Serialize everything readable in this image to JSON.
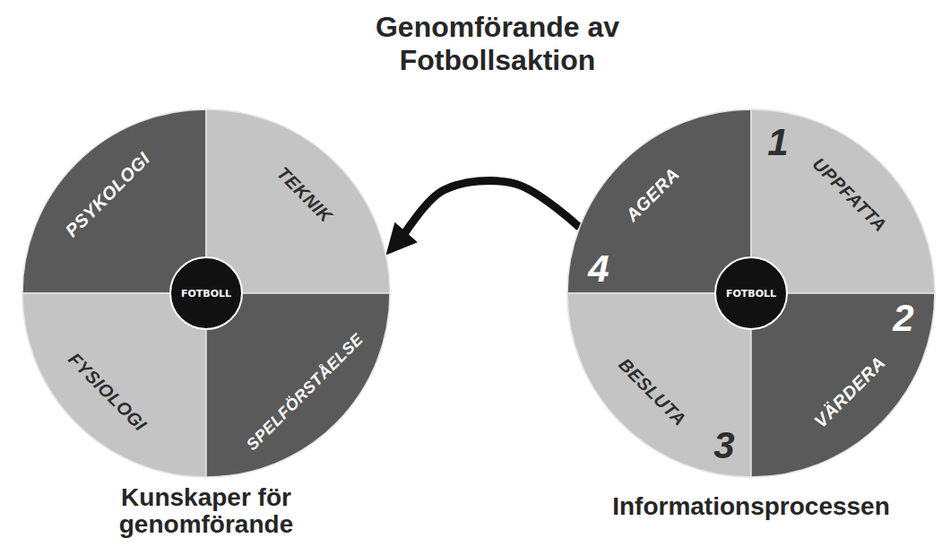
{
  "diagram": {
    "title": "Genomförande av Fotbollsaktion",
    "nodes": [
      {
        "text": [
          "Kunskaper för genomförande"
        ]
      },
      {
        "text": [
          "PSYKOLOGI"
        ],
        "in": 0
      },
      {
        "text": [
          "TEKNIK"
        ],
        "in": 0
      },
      {
        "text": [
          "FYSIOLOGI"
        ],
        "in": 0
      },
      {
        "text": [
          "SPELFÖRSTÅELSE"
        ],
        "in": 0
      },
      {
        "text": [
          "FOTBOLL"
        ],
        "in": 0
      },
      {
        "text": [
          "Informationsprocessen"
        ]
      },
      {
        "text": [
          "AGERA",
          "4"
        ],
        "in": 6
      },
      {
        "text": [
          "UPPFATTA",
          "1"
        ],
        "in": 6
      },
      {
        "text": [
          "BESLUTA",
          "3"
        ],
        "in": 6
      },
      {
        "text": [
          "VÄRDERA",
          "2"
        ],
        "in": 6
      },
      {
        "text": [
          "FOTBOLL"
        ],
        "in": 6
      }
    ],
    "edges": [
      {
        "from": 6,
        "to": 0,
        "arrow": "to"
      }
    ]
  }
}
